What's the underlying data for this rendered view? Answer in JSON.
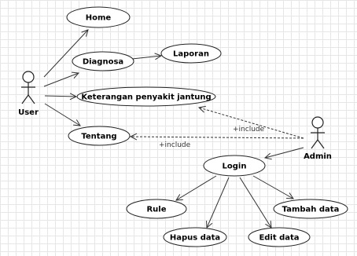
{
  "diagram": {
    "actors": {
      "user": "User",
      "admin": "Admin"
    },
    "use_cases": {
      "home": "Home",
      "diagnosa": "Diagnosa",
      "laporan": "Laporan",
      "keterangan": "Keterangan penyakit jantung",
      "tentang": "Tentang",
      "login": "Login",
      "rule": "Rule",
      "hapus": "Hapus data",
      "edit": "Edit data",
      "tambah": "Tambah data"
    },
    "relations": {
      "include_keterangan": "+include",
      "include_tentang": "+include"
    }
  }
}
